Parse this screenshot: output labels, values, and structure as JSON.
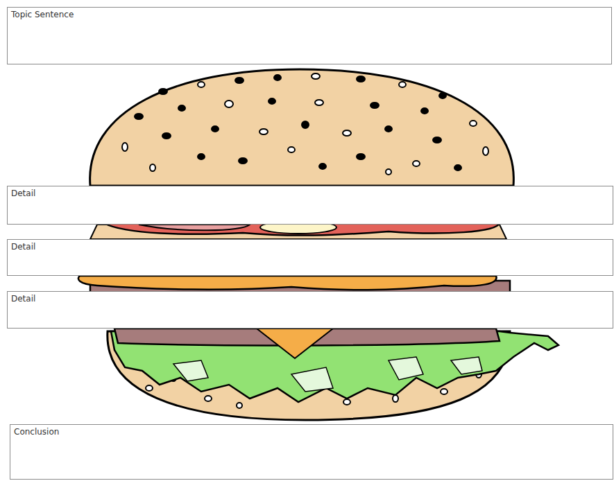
{
  "diagram": {
    "nodes": [
      {
        "text": [
          "Topic Sentence"
        ]
      },
      {
        "text": [
          "Detail"
        ]
      },
      {
        "text": [
          "Detail"
        ]
      },
      {
        "text": [
          "Detail"
        ]
      },
      {
        "text": [
          "Conclusion"
        ]
      }
    ]
  }
}
